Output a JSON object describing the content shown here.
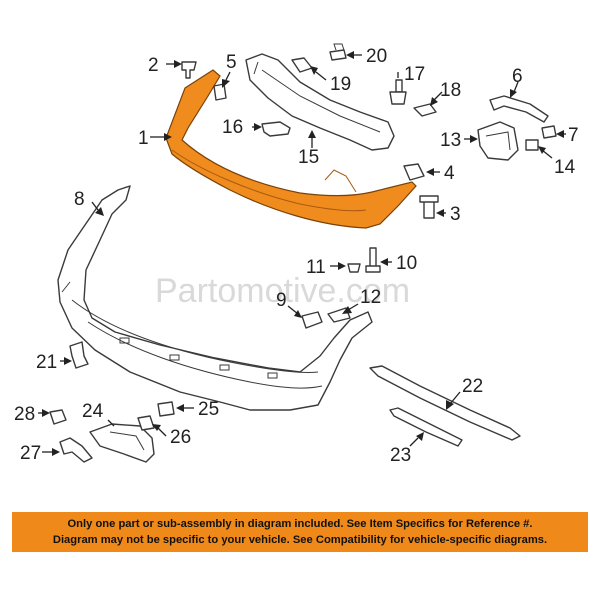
{
  "watermark": "Partomotive.com",
  "highlight_color": "#f08c1e",
  "notice": {
    "line1": "Only one part or sub-assembly in diagram included. See Item Specifics for Reference #.",
    "line2": "Diagram may not be specific to your vehicle. See Compatibility for vehicle-specific diagrams."
  },
  "callouts": {
    "c1": "1",
    "c2": "2",
    "c3": "3",
    "c4": "4",
    "c5": "5",
    "c6": "6",
    "c7": "7",
    "c8": "8",
    "c9": "9",
    "c10": "10",
    "c11": "11",
    "c12": "12",
    "c13": "13",
    "c14": "14",
    "c15": "15",
    "c16": "16",
    "c17": "17",
    "c18": "18",
    "c19": "19",
    "c20": "20",
    "c21": "21",
    "c22": "22",
    "c23": "23",
    "c24": "24",
    "c25": "25",
    "c26": "26",
    "c27": "27",
    "c28": "28"
  }
}
